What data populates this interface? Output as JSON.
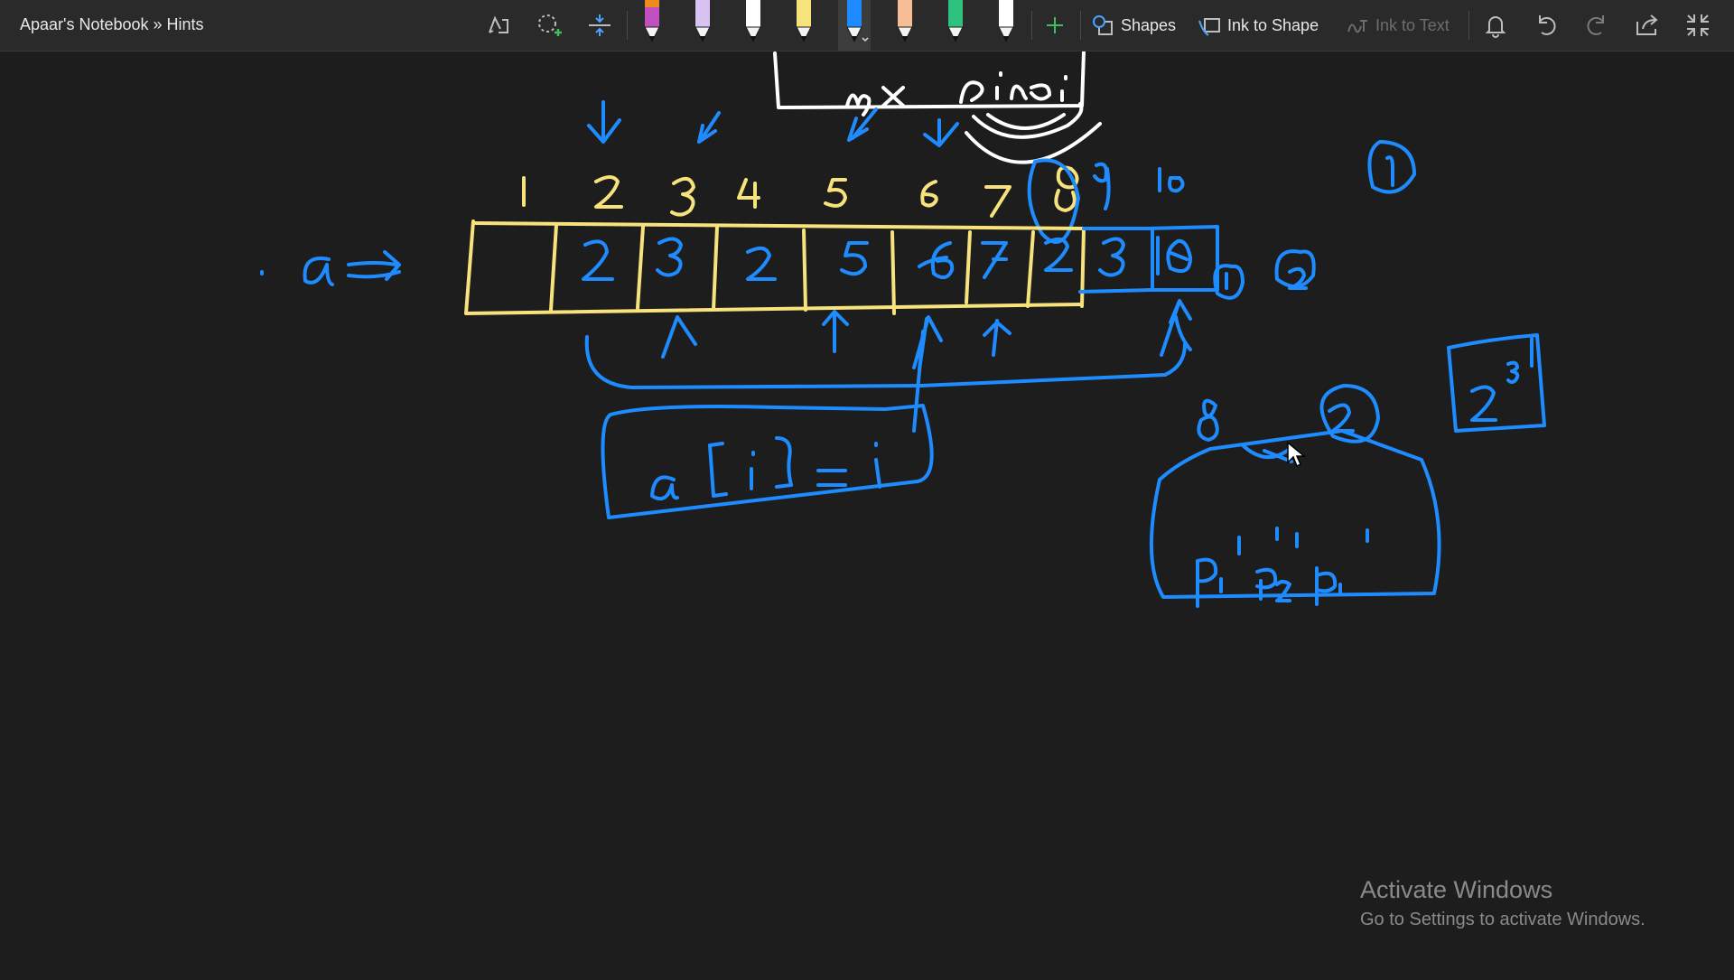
{
  "app": {
    "breadcrumb": "Apaar's Notebook » Hints"
  },
  "toolbar": {
    "icons": [
      "lasso-select-icon",
      "add-space-icon",
      "insert-space-icon",
      "pen-icon",
      "add-pen-icon",
      "shapes-icon",
      "ink-to-shape-icon",
      "ink-to-text-icon",
      "bell-icon",
      "undo-icon",
      "redo-icon",
      "share-icon",
      "exit-fullscreen-icon"
    ],
    "pens": [
      {
        "name": "orange-purple-pen",
        "color": "#c04fc0",
        "cap": "#f08a1c"
      },
      {
        "name": "lavender-pen",
        "color": "#d9c3f2"
      },
      {
        "name": "white-pen",
        "color": "#ffffff"
      },
      {
        "name": "yellow-pen",
        "color": "#f7e27b"
      },
      {
        "name": "blue-pen",
        "color": "#1e8cff",
        "selected": true
      },
      {
        "name": "peach-pen",
        "color": "#f7bd94"
      },
      {
        "name": "green-pen",
        "color": "#2ec27e"
      },
      {
        "name": "white-pen-2",
        "color": "#ffffff"
      }
    ],
    "shapes_label": "Shapes",
    "ink_to_shape_label": "Ink to Shape",
    "ink_to_text_label": "Ink to Text"
  },
  "ink_colors": {
    "blue": "#1e8cff",
    "yellow": "#f7e27b",
    "white": "#ffffff"
  },
  "watermark": {
    "title": "Activate Windows",
    "subtitle": "Go to Settings to activate Windows."
  }
}
